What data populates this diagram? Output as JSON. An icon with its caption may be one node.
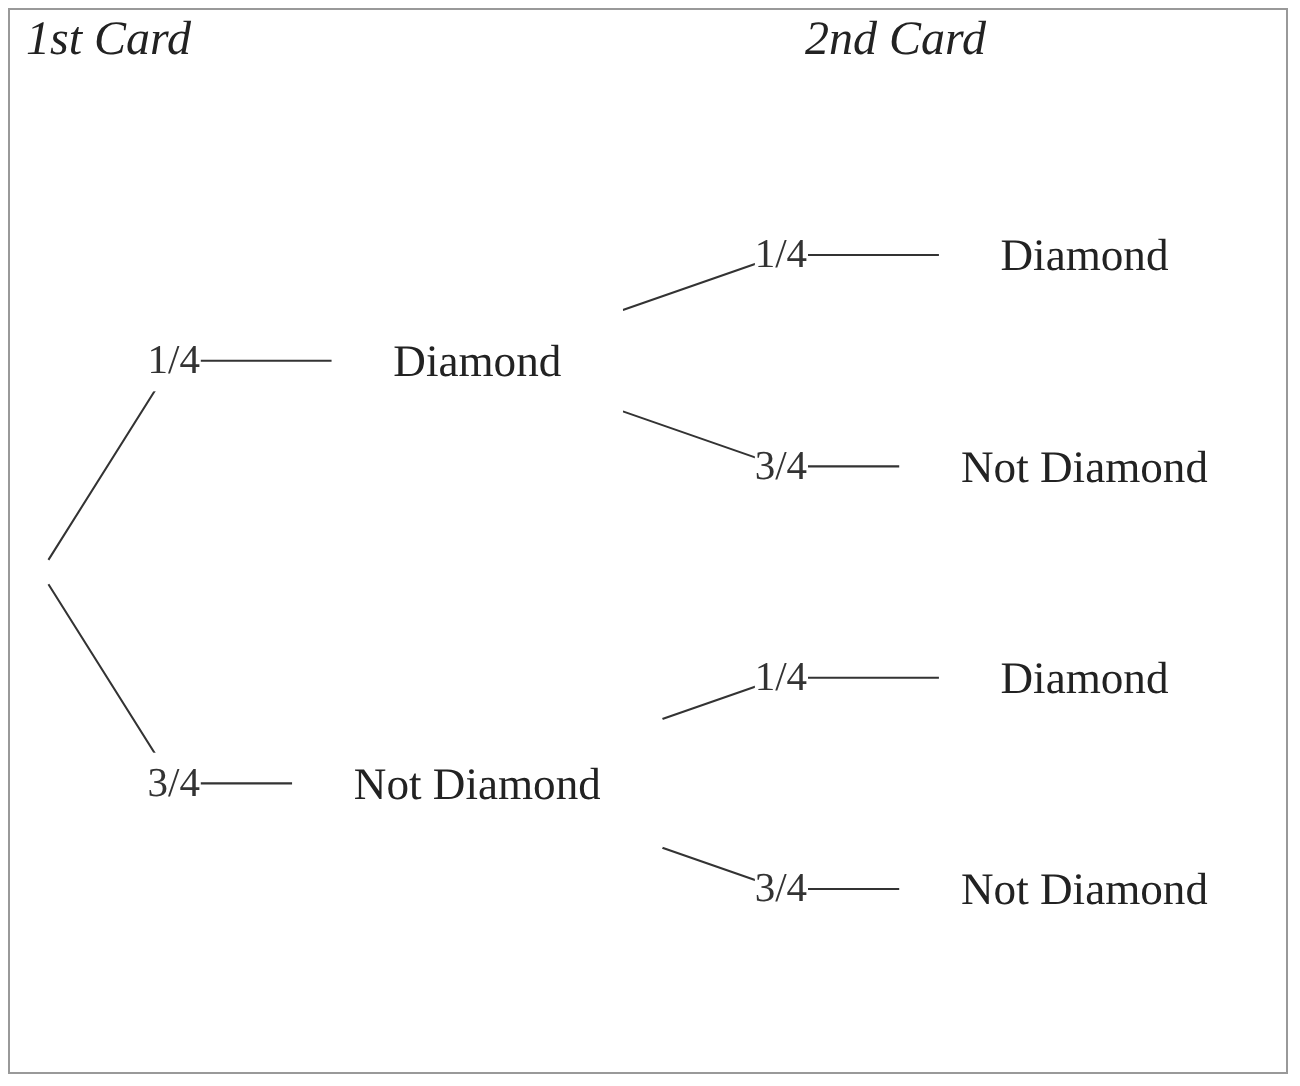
{
  "diagram": {
    "nodes": [
      {
        "text": [
          "Diamond"
        ]
      },
      {
        "text": [
          "Not Diamond"
        ]
      },
      {
        "text": [
          "Diamond"
        ]
      },
      {
        "text": [
          "Not Diamond"
        ]
      },
      {
        "text": [
          "Diamond"
        ]
      },
      {
        "text": [
          "Not Diamond"
        ]
      }
    ],
    "edges": [
      {
        "from": null,
        "to": 0,
        "arrow": "none",
        "label": "1/4"
      },
      {
        "from": null,
        "to": 1,
        "arrow": "none",
        "label": "3/4"
      },
      {
        "from": 0,
        "to": 2,
        "arrow": "none",
        "label": "1/4"
      },
      {
        "from": 0,
        "to": 3,
        "arrow": "none",
        "label": "3/4"
      },
      {
        "from": 1,
        "to": 4,
        "arrow": "none",
        "label": "1/4"
      },
      {
        "from": 1,
        "to": 5,
        "arrow": "none",
        "label": "3/4"
      }
    ],
    "labels": [
      "1st Card",
      "2nd Card"
    ]
  }
}
